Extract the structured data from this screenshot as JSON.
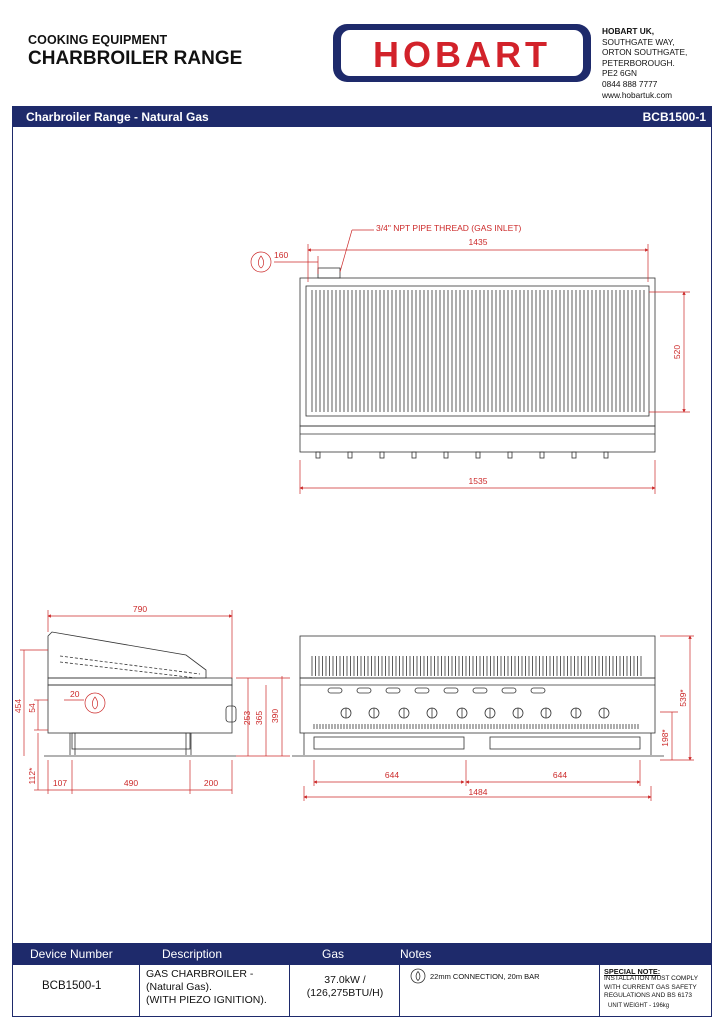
{
  "header": {
    "category": "COOKING EQUIPMENT",
    "title": "CHARBROILER RANGE",
    "logo_text": "HOBART",
    "company": "HOBART UK,",
    "address_lines": [
      "SOUTHGATE WAY,",
      "ORTON SOUTHGATE,",
      "PETERBOROUGH.",
      "PE2 6GN"
    ],
    "phone": "0844 888 7777",
    "website": "www.hobartuk.com",
    "brand_colors": {
      "navy": "#1e2a6b",
      "red": "#d2222a"
    }
  },
  "band": {
    "left": "Charbroiler Range - Natural Gas",
    "right": "BCB1500-1"
  },
  "drawing": {
    "top_view": {
      "gas_inlet_note": "3/4\" NPT PIPE THREAD (GAS INLET)",
      "inlet_offset": "160",
      "grill_width": "1435",
      "grill_depth": "520",
      "overall_width": "1535"
    },
    "side_view": {
      "overall_depth": "790",
      "height_454": "454",
      "height_54": "54",
      "inlet_label": "20",
      "h253": "253",
      "h365": "365",
      "h390": "390",
      "leg_112": "112*",
      "d107": "107",
      "d490": "490",
      "d200": "200"
    },
    "front_view": {
      "height_539": "539*",
      "height_198": "198*",
      "half_left": "644",
      "half_right": "644",
      "overall_width": "1484"
    }
  },
  "table": {
    "headers": [
      "Device Number",
      "Description",
      "Gas",
      "Notes"
    ],
    "device_number": "BCB1500-1",
    "description_lines": [
      "GAS CHARBROILER -",
      "(Natural Gas).",
      "(WITH PIEZO IGNITION)."
    ],
    "gas_lines": [
      "37.0kW /",
      "(126,275BTU/H)"
    ],
    "notes": "22mm CONNECTION, 20m BAR",
    "special_note_title": "SPECIAL NOTE:",
    "special_note_lines": [
      "INSTALLATION MUST COMPLY",
      "WITH CURRENT GAS SAFETY",
      "REGULATIONS AND BS 6173"
    ],
    "unit_weight": "UNIT WEIGHT - 196kg"
  }
}
